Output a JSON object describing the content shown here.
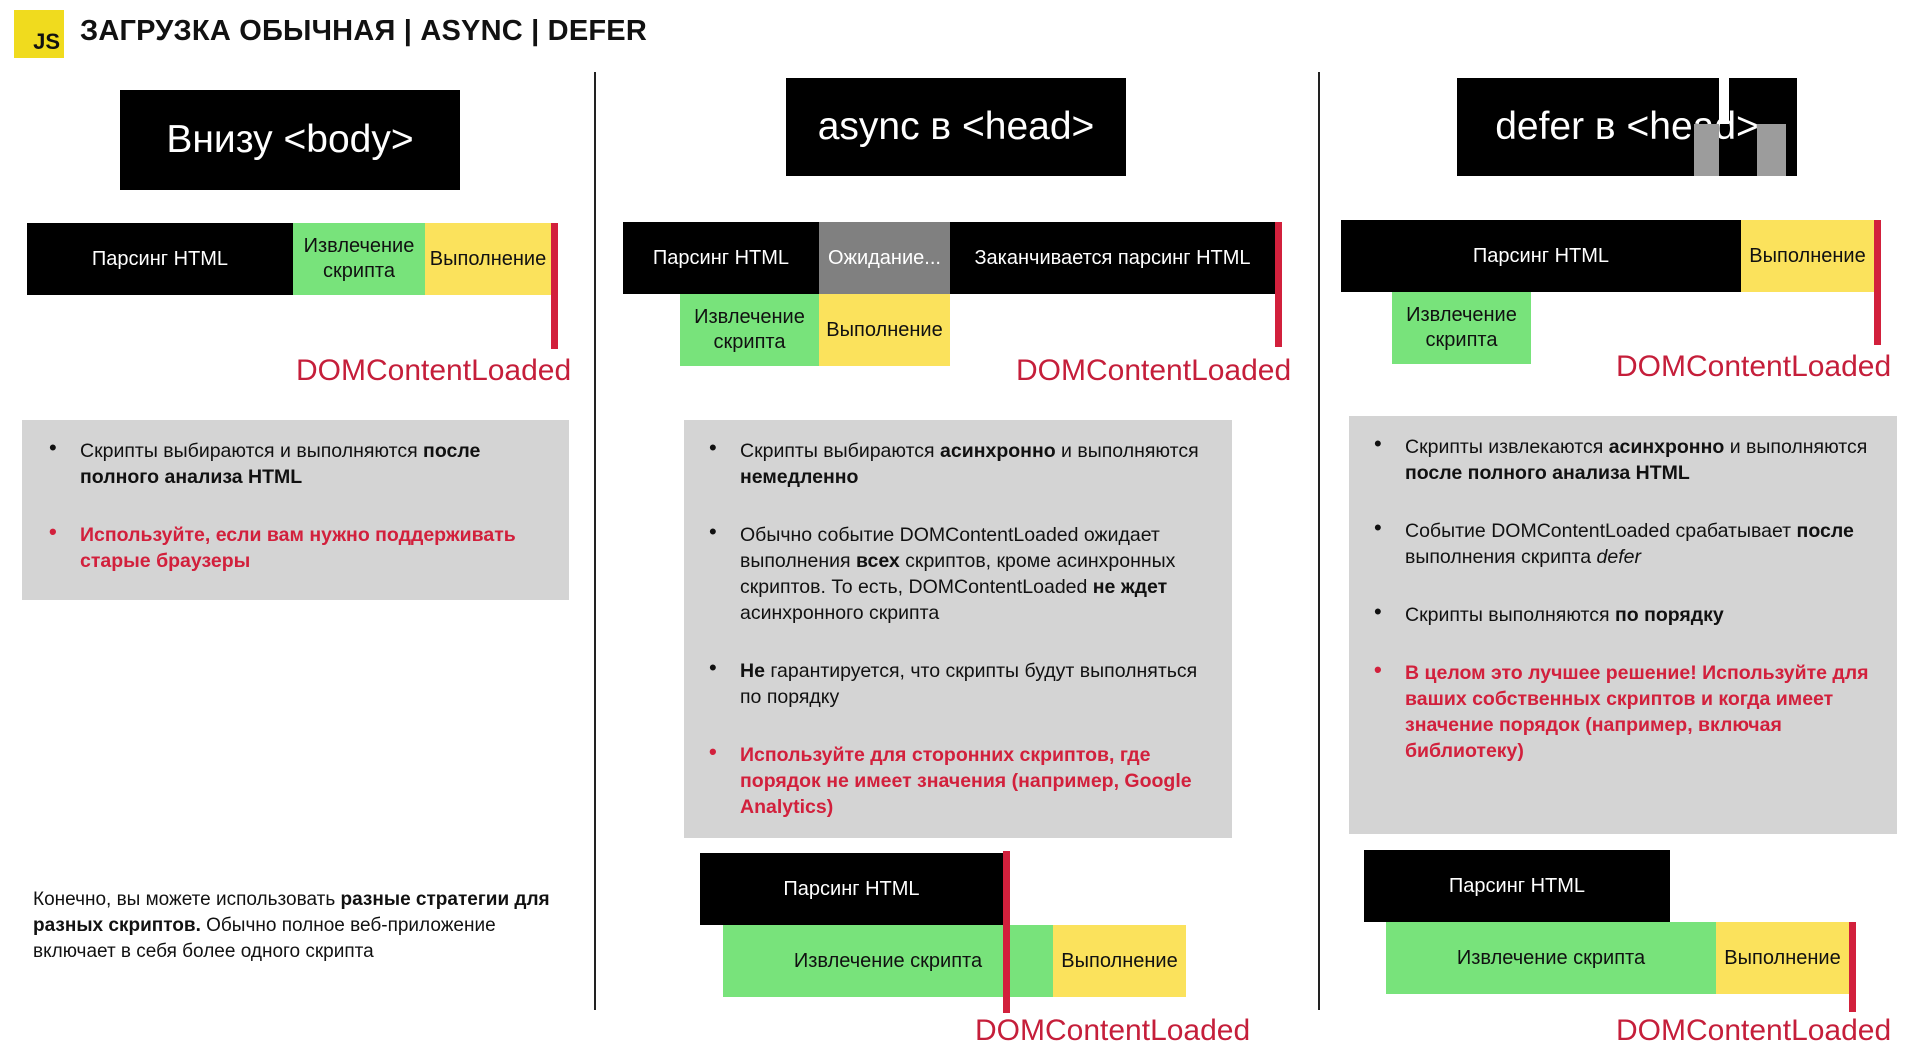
{
  "logo": "JS",
  "title": "ЗАГРУЗКА ОБЫЧНАЯ | ASYNC | DEFER",
  "columns": {
    "body": {
      "heading": "Внизу <body>",
      "timeline": {
        "parse": "Парсинг HTML",
        "fetch": "Извлечение скрипта",
        "exec": "Выполнение"
      },
      "dcl": "DOMContentLoaded",
      "bullets": [
        {
          "parts": [
            "Скрипты выбираются и выполняются ",
            "после полного анализа HTML"
          ]
        },
        {
          "text": "Используйте, если вам нужно поддерживать старые браузеры"
        }
      ]
    },
    "async": {
      "heading": "async в <head>",
      "timeline": {
        "parse": "Парсинг HTML",
        "wait": "Ожидание...",
        "finish": "Заканчивается парсинг HTML",
        "fetch": "Извлечение скрипта",
        "exec": "Выполнение"
      },
      "dcl": "DOMContentLoaded",
      "bullets": [
        {
          "parts": [
            "Скрипты выбираются ",
            "асинхронно",
            " и выполняются ",
            "немедленно"
          ]
        },
        {
          "parts": [
            "Обычно событие DOMContentLoaded ожидает выполнения ",
            "всех",
            " скриптов, кроме асинхронных скриптов. То есть, DOMContentLoaded ",
            "не ждет",
            " асинхронного скрипта"
          ]
        },
        {
          "parts": [
            "Не",
            " гарантируется, что скрипты будут выполняться по порядку"
          ]
        },
        {
          "text": "Используйте для сторонних скриптов, где порядок не имеет значения (например, Google Analytics)"
        }
      ],
      "timeline2": {
        "parse": "Парсинг HTML",
        "fetch": "Извлечение скрипта",
        "exec": "Выполнение",
        "dcl": "DOMContentLoaded"
      }
    },
    "defer": {
      "heading": "defer в <head>",
      "timeline": {
        "parse": "Парсинг HTML",
        "exec": "Выполнение",
        "fetch": "Извлечение скрипта"
      },
      "dcl": "DOMContentLoaded",
      "bullets": [
        {
          "parts": [
            "Скрипты извлекаются ",
            "асинхронно",
            " и выполняются ",
            "после полного анализа HTML"
          ]
        },
        {
          "parts": [
            "Событие DOMContentLoaded срабатывает ",
            "после",
            " выполнения скрипта ",
            "defer"
          ]
        },
        {
          "parts": [
            "Скрипты выполняются ",
            "по порядку"
          ]
        },
        {
          "text": "В целом это лучшее решение! Используйте для ваших собственных скриптов и когда имеет значение порядок (например, включая библиотеку)"
        }
      ],
      "timeline2": {
        "parse": "Парсинг HTML",
        "fetch": "Извлечение скрипта",
        "exec": "Выполнение",
        "dcl": "DOMContentLoaded"
      }
    }
  },
  "footnote": {
    "parts": [
      "Конечно, вы можете использовать ",
      "разные стратегии для разных скриптов.",
      " Обычно полное веб-приложение включает в себя более одного скрипта"
    ]
  },
  "colors": {
    "black": "#000000",
    "green": "#78e37b",
    "yellow": "#fbe25c",
    "gray": "#808080",
    "red": "#d2203c",
    "panel": "#d4d4d4"
  }
}
